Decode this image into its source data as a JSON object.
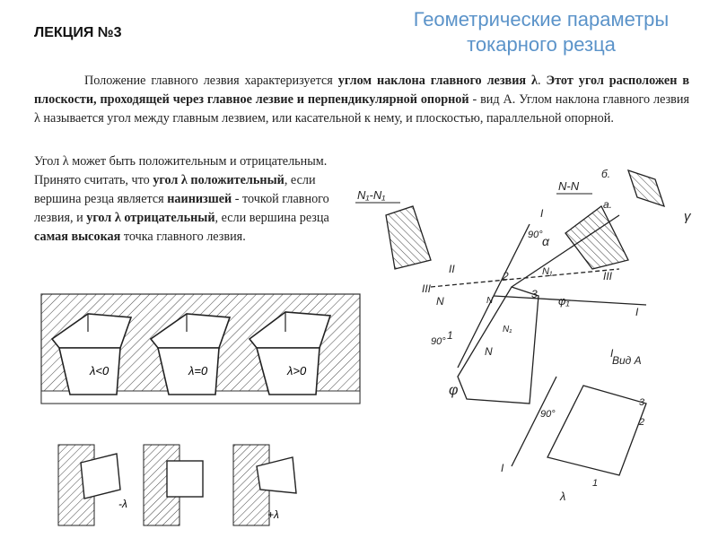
{
  "header": {
    "lecture": "ЛЕКЦИЯ №3",
    "title_line1": "Геометрические параметры",
    "title_line2": "токарного резца"
  },
  "paragraph1": {
    "t1": "Положение главного лезвия характеризуется ",
    "b1": "углом наклона главного лезвия λ",
    "t2": ". ",
    "b2": "Этот угол расположен в плоскости, проходящей через главное лезвие и перпендикулярной опорной",
    "t3": " - вид А. Углом наклона главного лезвия λ называется угол между главным лезвием, или касательной к нему, и плоскостью, параллельной опорной."
  },
  "paragraph2": {
    "t1": "Угол λ может быть положительным и отрицательным. Принято считать, что ",
    "b1": "угол λ положительный",
    "t2": ", если вершина резца является ",
    "b2": "наинизшей",
    "t3": " - точкой главного лезвия, и ",
    "b3": "угол λ отрицательный",
    "t4": ", если вершина резца ",
    "b4": "самая высокая",
    "t5": " точка главного лезвия."
  },
  "figure_left": {
    "labels": [
      "λ<0",
      "λ=0",
      "λ>0"
    ],
    "bottom_labels": [
      "-λ",
      "+λ"
    ]
  },
  "figure_right": {
    "section_n1": "N₁-N₁",
    "section_n": "N-N",
    "view_a": "Вид А",
    "angle_90": "90°",
    "b": "б.",
    "a": "а.",
    "gamma": "γ",
    "alpha": "α",
    "phi": "φ",
    "phi1": "φ₁",
    "roman1": "I",
    "roman2": "II",
    "roman3": "III",
    "n": "N",
    "n1": "N₁",
    "p1": "1",
    "p2": "2",
    "p3": "3",
    "lambda": "λ"
  }
}
